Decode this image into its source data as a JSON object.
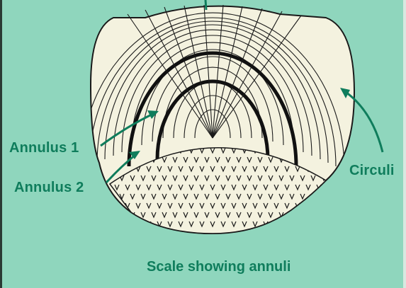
{
  "labels": {
    "annulus1": "Annulus 1",
    "annulus2": "Annulus 2",
    "circuli": "Circuli"
  },
  "caption": "Scale showing annuli",
  "colors": {
    "background": "#8fd6bd",
    "label_text": "#0f7d5c",
    "scale_fill": "#f4f2df",
    "line": "#1a1a1a",
    "arrow": "#0f7d5c"
  }
}
